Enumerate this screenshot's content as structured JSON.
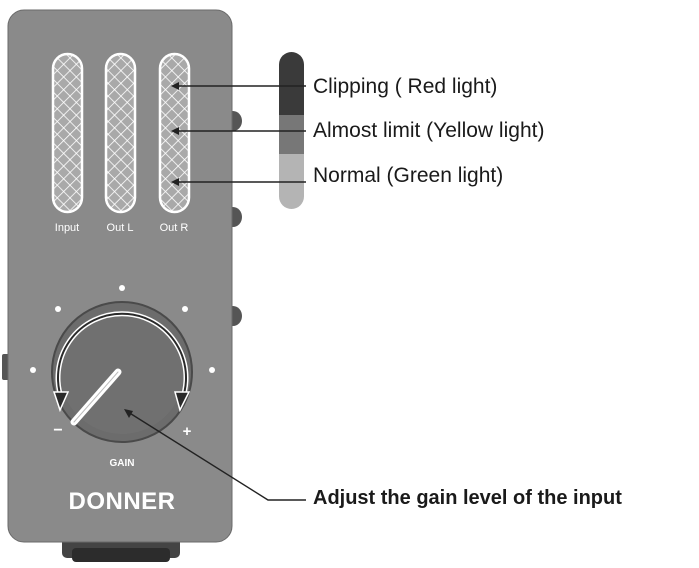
{
  "device": {
    "brand": "DONNER",
    "meters": [
      {
        "label": "Input"
      },
      {
        "label": "Out L"
      },
      {
        "label": "Out R"
      }
    ],
    "knob": {
      "label": "GAIN",
      "minus_symbol": "−",
      "plus_symbol": "+"
    }
  },
  "legend": {
    "items": [
      {
        "label": "Clipping ( Red light)",
        "color": "#3a3a3a"
      },
      {
        "label": "Almost limit (Yellow light)",
        "color": "#7a7a7a"
      },
      {
        "label": "Normal (Green light)",
        "color": "#b4b4b4"
      }
    ]
  },
  "callout": {
    "gain_text": "Adjust the gain level of the input"
  },
  "colors": {
    "body": "#8a8a8a",
    "body_dark": "#5c5c5c",
    "meter_fill": "#a8a8a8",
    "white": "#ffffff",
    "line": "#222222"
  }
}
